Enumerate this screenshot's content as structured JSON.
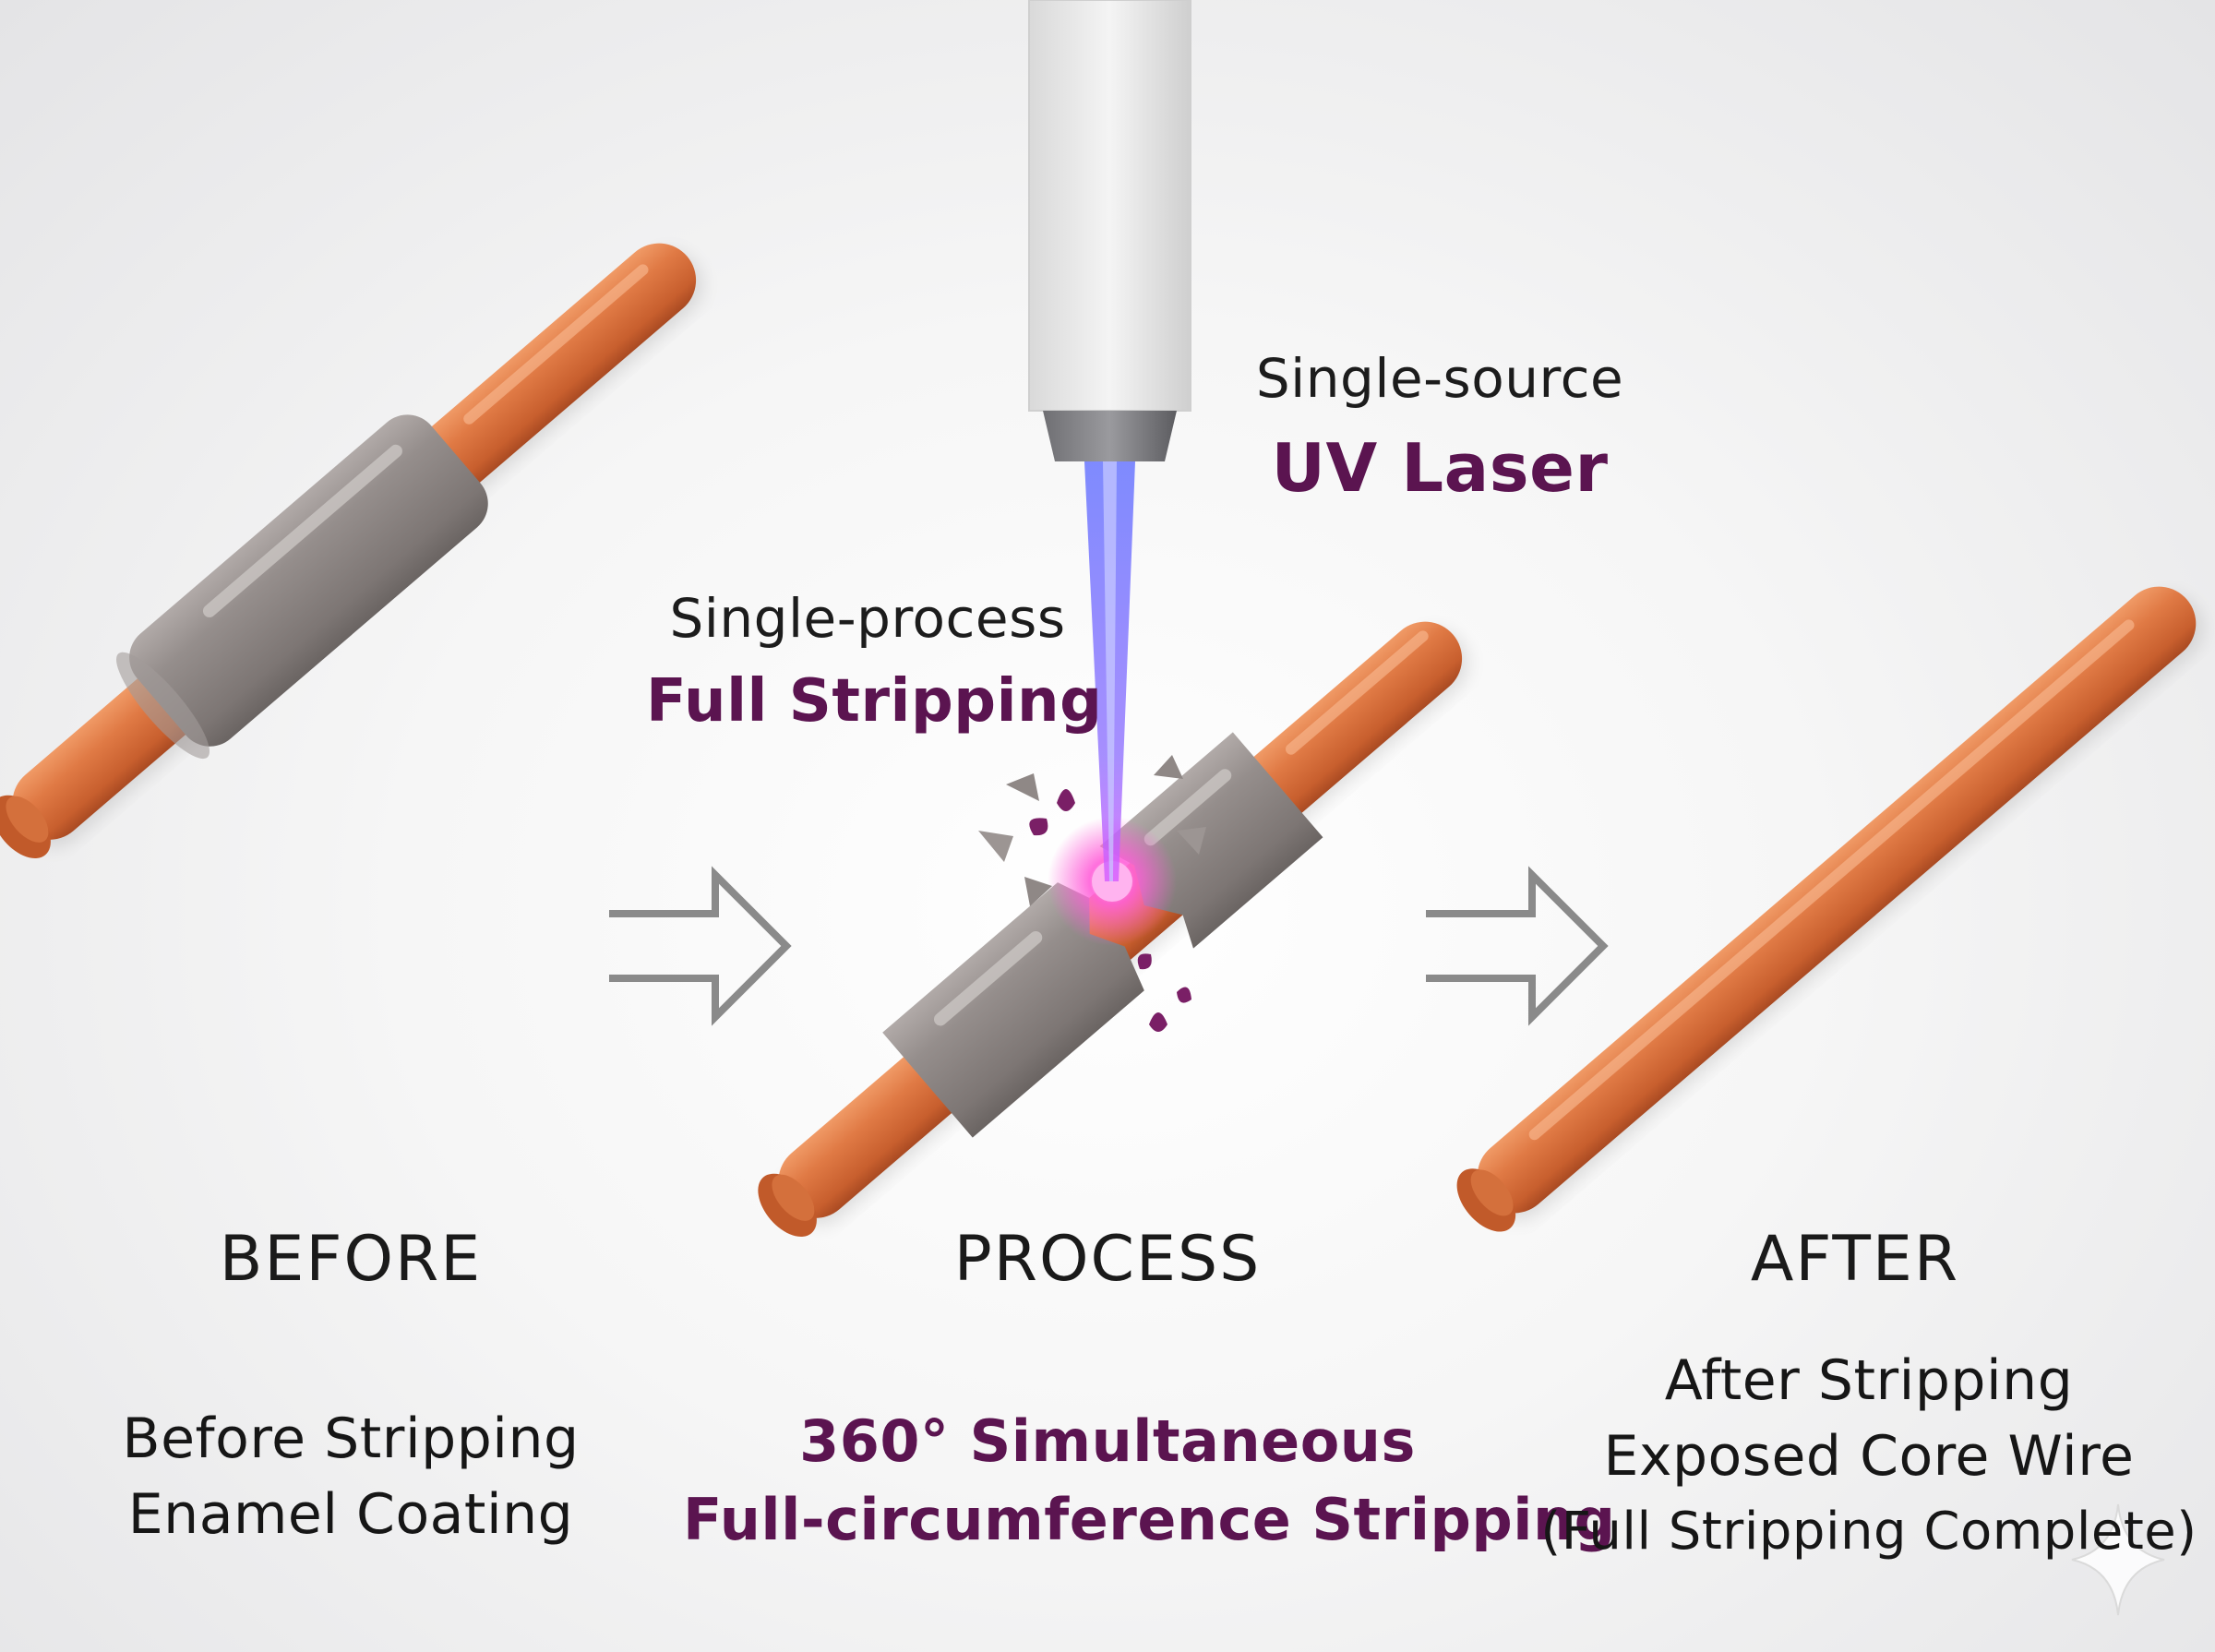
{
  "laser": {
    "label_line1": "Single-source",
    "label_line2": "UV Laser",
    "beam_color": "#7a7cff",
    "spot_color": "#ff4fd8"
  },
  "process_label": {
    "line1": "Single-process",
    "line2": "Full Stripping"
  },
  "stages": [
    {
      "name": "BEFORE",
      "desc_line1": "Before Stripping",
      "desc_line2": "Enamel Coating"
    },
    {
      "name": "PROCESS",
      "desc_line1": "360° Simultaneous",
      "desc_line2": "Full-circumference Stripping"
    },
    {
      "name": "AFTER",
      "desc_line1": "After Stripping",
      "desc_line2": "Exposed Core Wire",
      "desc_line3": "(Full Stripping Complete)"
    }
  ],
  "colors": {
    "copper": "#d9713f",
    "enamel": "#8f8886",
    "accent_purple": "#5b1450",
    "arrow": "#8a8a8a"
  },
  "icons": [
    "right-arrow-icon",
    "sparkle-watermark-icon"
  ]
}
